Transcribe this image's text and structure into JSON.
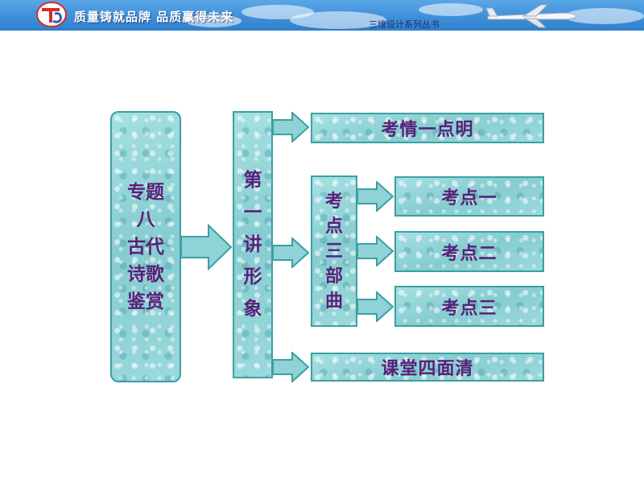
{
  "header": {
    "slogan": "质量铸就品牌 品质赢得未来",
    "series": "三维设计系列丛书"
  },
  "diagram": {
    "topic": [
      "专题",
      "八",
      "古代",
      "诗歌",
      "鉴赏"
    ],
    "lecture": [
      "第",
      "一",
      "讲",
      "形",
      "象"
    ],
    "exam_info": "考情一点明",
    "three_parts": [
      "考",
      "点",
      "三",
      "部",
      "曲"
    ],
    "points": [
      "考点一",
      "考点二",
      "考点三"
    ],
    "clear_all": "课堂四面清"
  },
  "colors": {
    "box_fill": "#8fd3d6",
    "box_border": "#3aa0a4",
    "text": "#5b1f79",
    "banner": "#3f8fd9"
  }
}
